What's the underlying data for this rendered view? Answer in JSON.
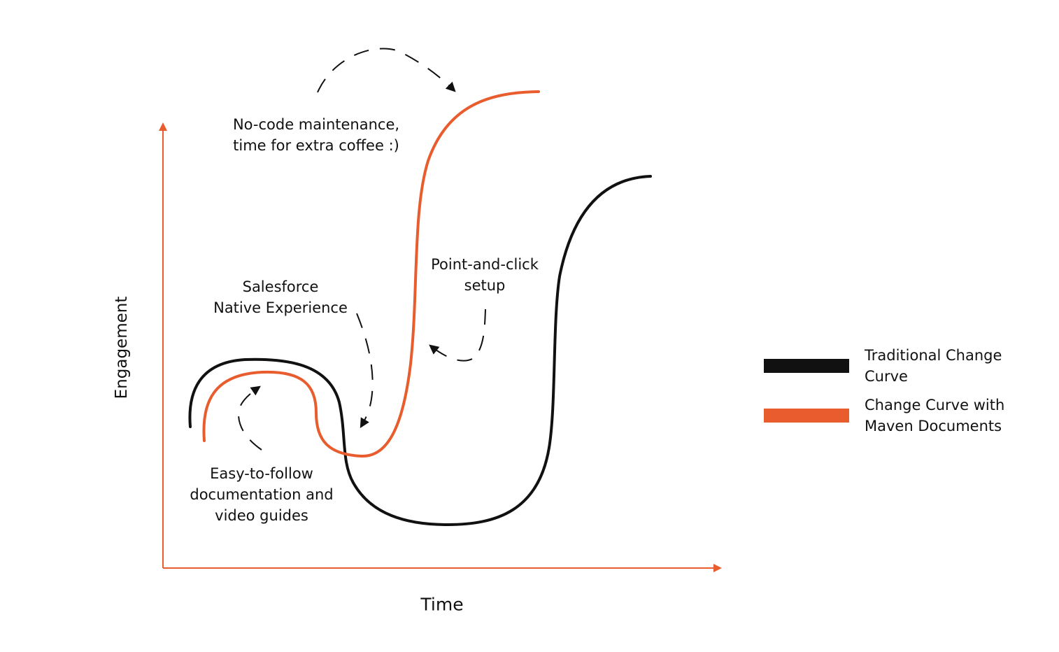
{
  "diagram": {
    "y_axis_label": "Engagement",
    "x_axis_label": "Time",
    "annotations": {
      "no_code": [
        "No-code maintenance,",
        "time for extra coffee :)"
      ],
      "point_click": [
        "Point-and-click",
        "setup"
      ],
      "salesforce": [
        "Salesforce",
        "Native Experience"
      ],
      "easy_follow": [
        "Easy-to-follow",
        "documentation and",
        "video guides"
      ]
    },
    "legend": [
      {
        "label_lines": [
          "Traditional Change",
          "Curve"
        ],
        "color": "#111111"
      },
      {
        "label_lines": [
          "Change Curve with",
          "Maven Documents"
        ],
        "color": "#e85c2e"
      }
    ],
    "colors": {
      "axis": "#e85c2e",
      "traditional_curve": "#111111",
      "maven_curve": "#e85c2e",
      "annotation_arrow": "#111111"
    }
  }
}
